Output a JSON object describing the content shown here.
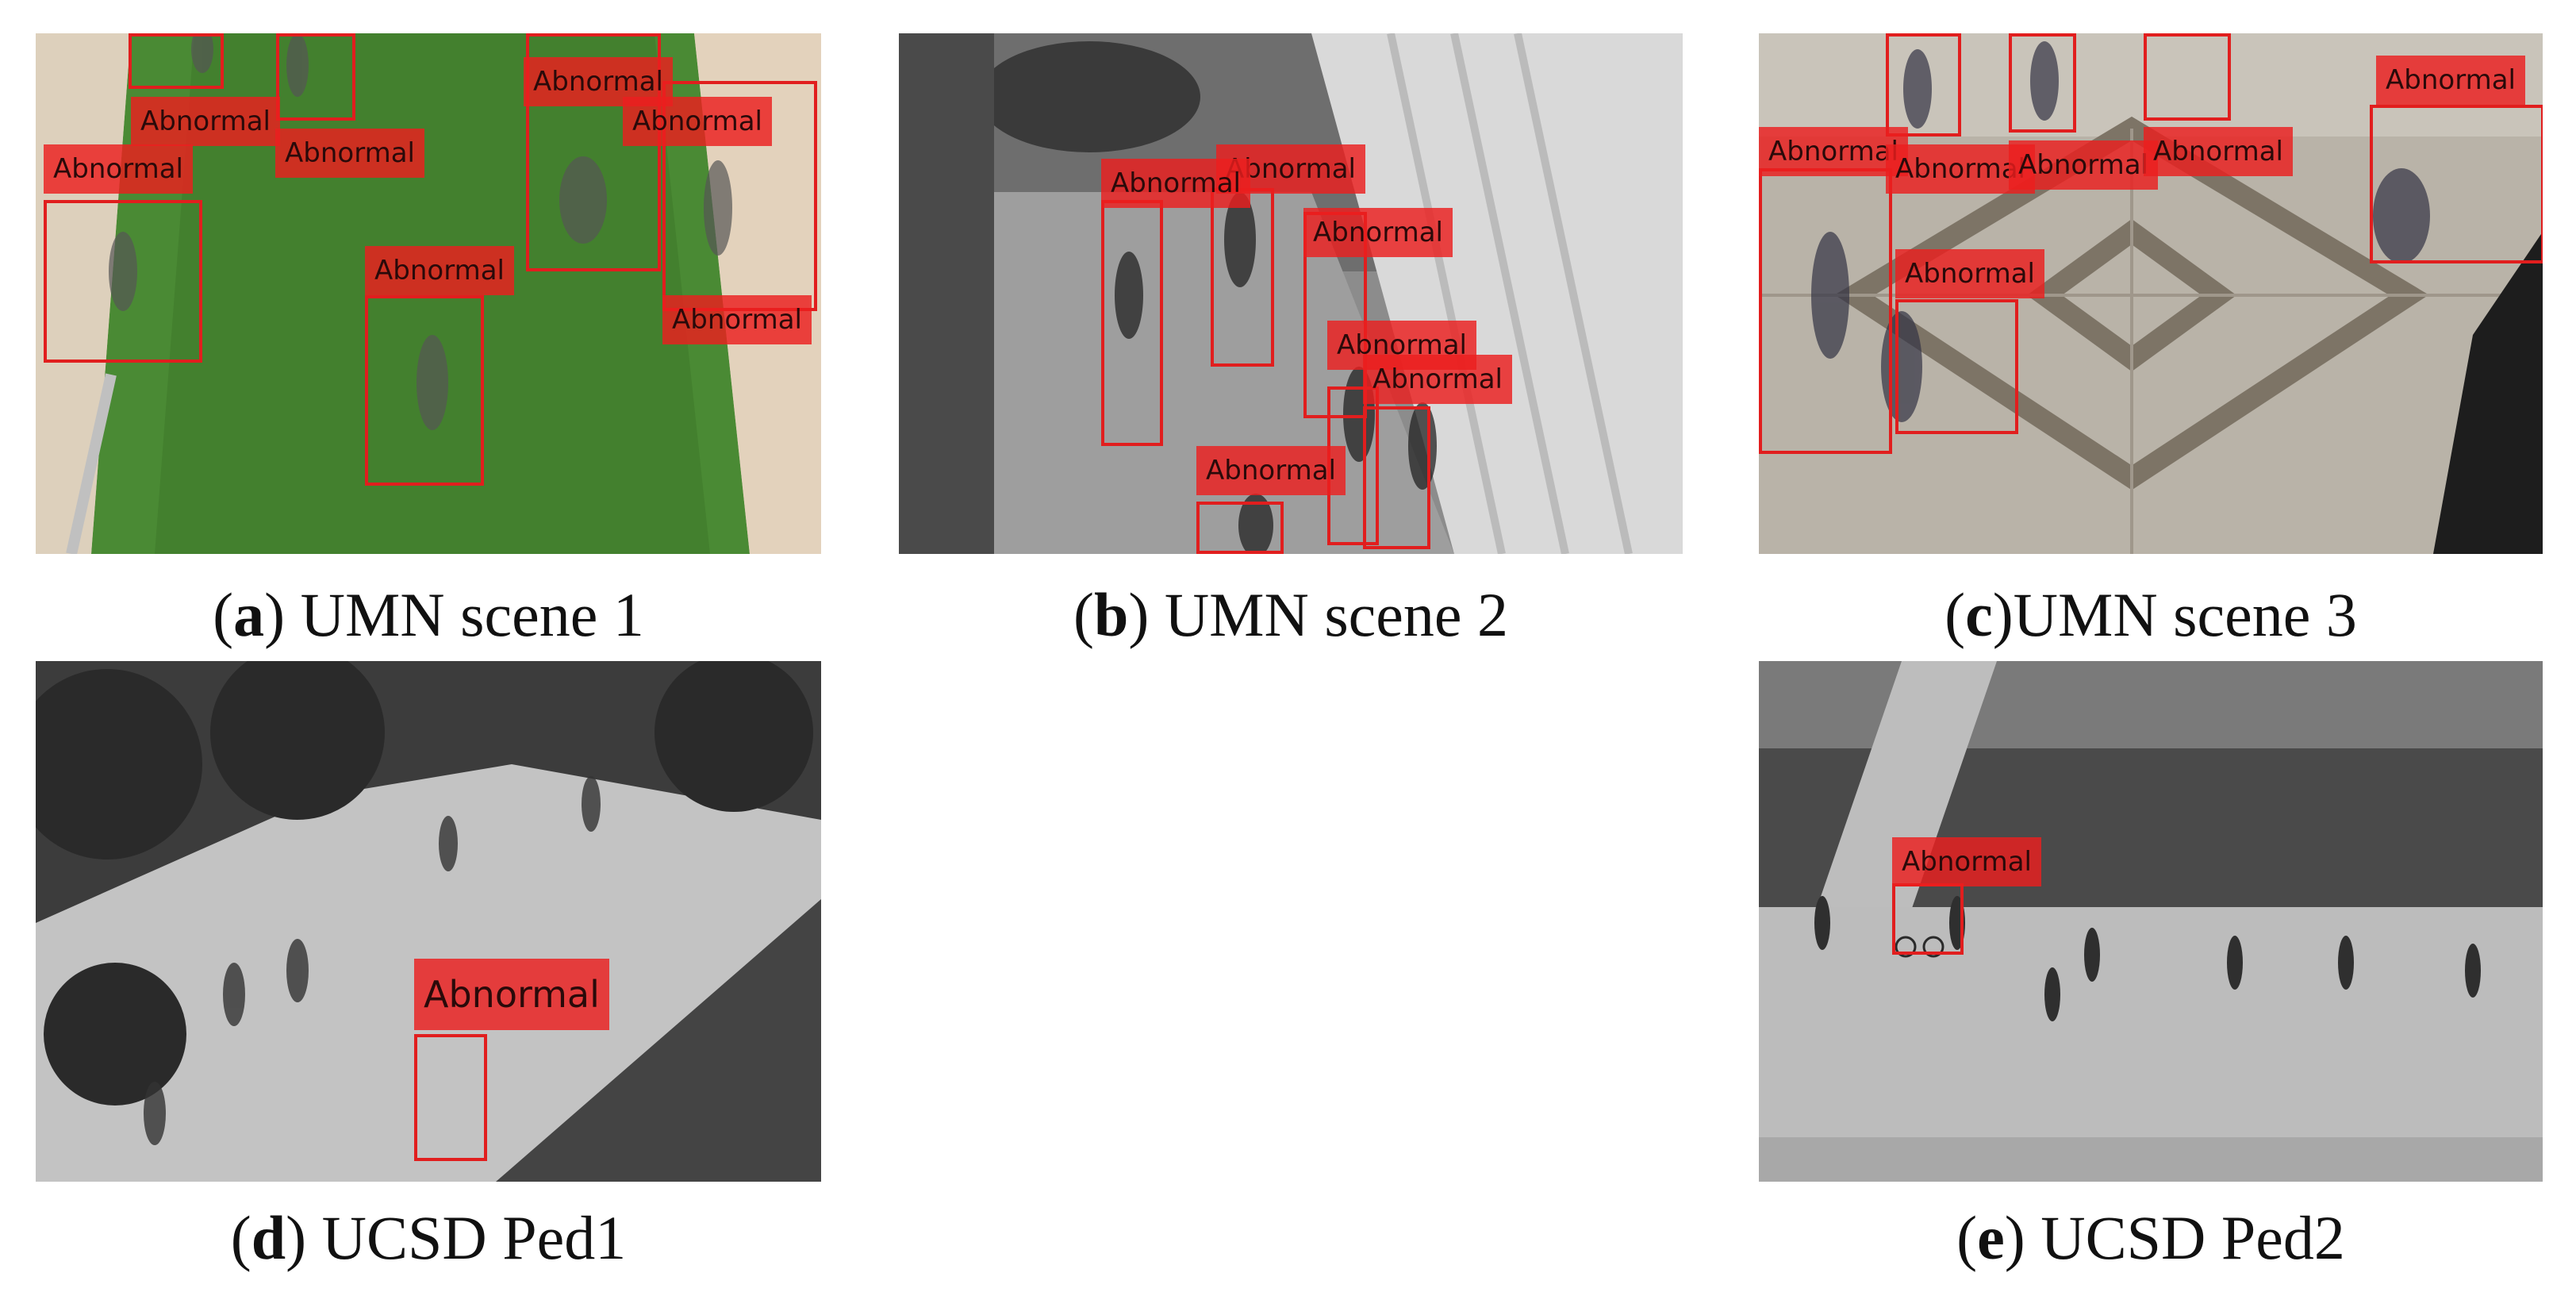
{
  "figure": {
    "panels": [
      {
        "id": "a",
        "letter": "a",
        "caption": " UMN scene 1",
        "open": "(",
        "close": ")"
      },
      {
        "id": "b",
        "letter": "b",
        "caption": " UMN scene 2",
        "open": "(",
        "close": ")"
      },
      {
        "id": "c",
        "letter": "c",
        "caption": "UMN scene 3",
        "open": "(",
        "close": ")"
      },
      {
        "id": "d",
        "letter": "d",
        "caption": " UCSD Ped1",
        "open": "(",
        "close": ")"
      },
      {
        "id": "e",
        "letter": "e",
        "caption": " UCSD Ped2",
        "open": "(",
        "close": ")"
      }
    ],
    "detection_label": "Abnormal",
    "colors": {
      "detection_red": "#e11e1e",
      "label_fill": "rgba(235,30,30,0.82)",
      "grass": "#3f7a2c",
      "path": "#d8c8b0"
    }
  }
}
